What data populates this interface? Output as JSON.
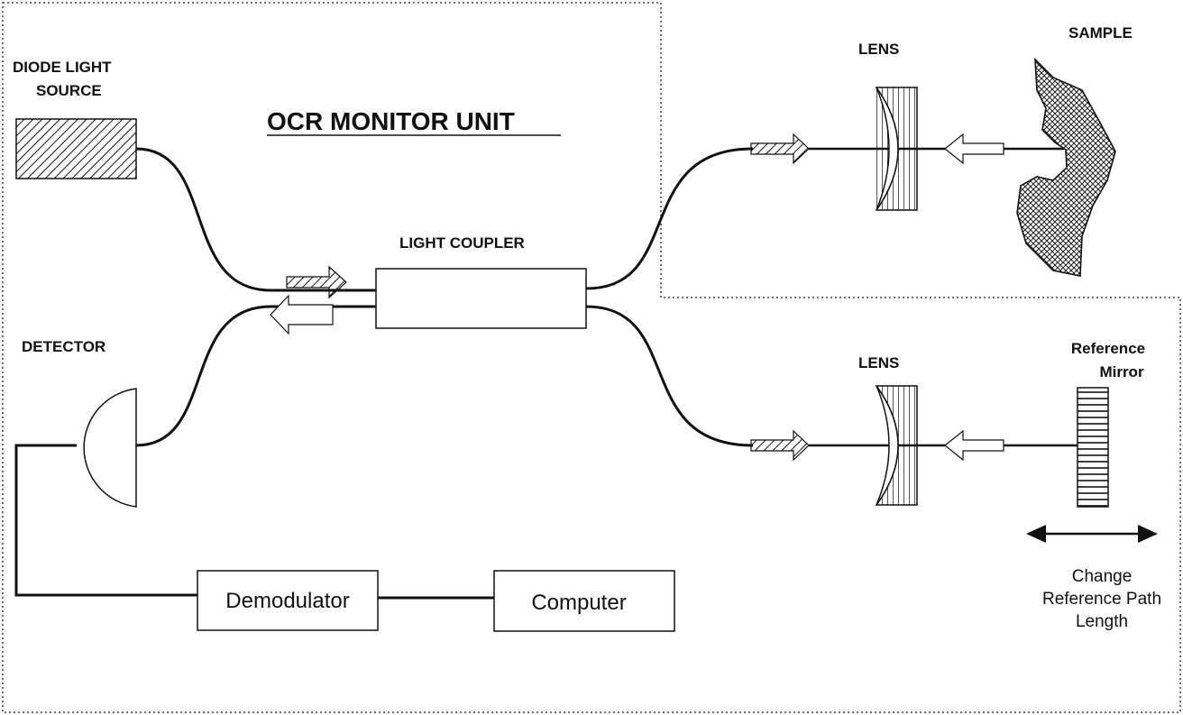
{
  "labels": {
    "unit_title": "OCR MONITOR UNIT",
    "diode_line1": "DIODE LIGHT",
    "diode_line2": "SOURCE",
    "coupler": "LIGHT COUPLER",
    "detector": "DETECTOR",
    "lens_sample": "LENS",
    "lens_reference": "LENS",
    "sample": "SAMPLE",
    "mirror_line1": "Reference",
    "mirror_line2": "Mirror",
    "demodulator": "Demodulator",
    "computer": "Computer",
    "change_line1": "Change",
    "change_line2": "Reference Path",
    "change_line3": "Length"
  }
}
